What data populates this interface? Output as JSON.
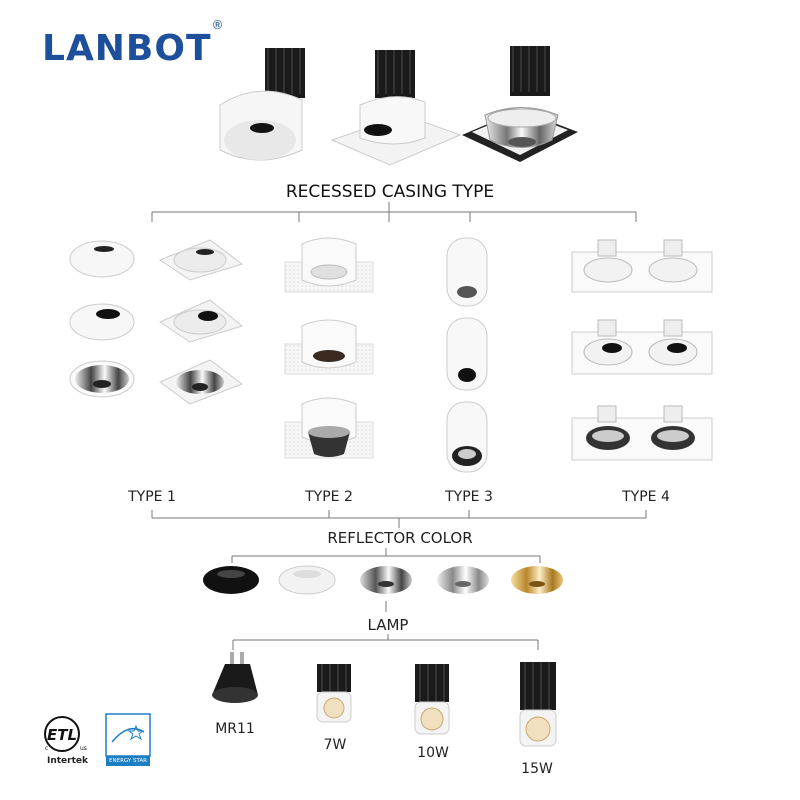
{
  "brand": {
    "name": "LANBOT",
    "registered": "®"
  },
  "sections": {
    "casing": "RECESSED CASING TYPE",
    "reflector": "REFLECTOR COLOR",
    "lamp": "LAMP"
  },
  "types": [
    {
      "label": "TYPE 1"
    },
    {
      "label": "TYPE 2"
    },
    {
      "label": "TYPE 3"
    },
    {
      "label": "TYPE 4"
    }
  ],
  "reflector_colors": [
    {
      "name": "black-reflector",
      "color": "#111111"
    },
    {
      "name": "white-reflector",
      "color": "#f2f2f2"
    },
    {
      "name": "silver-reflector",
      "color": "#9a9a9a"
    },
    {
      "name": "chrome-reflector",
      "color": "#c4c4c4"
    },
    {
      "name": "gold-reflector",
      "color": "#d4a640"
    }
  ],
  "lamps": [
    {
      "label": "MR11"
    },
    {
      "label": "7W"
    },
    {
      "label": "10W"
    },
    {
      "label": "15W"
    }
  ],
  "certifications": {
    "intertek": "Intertek",
    "energy_star": "ENERGY STAR"
  }
}
